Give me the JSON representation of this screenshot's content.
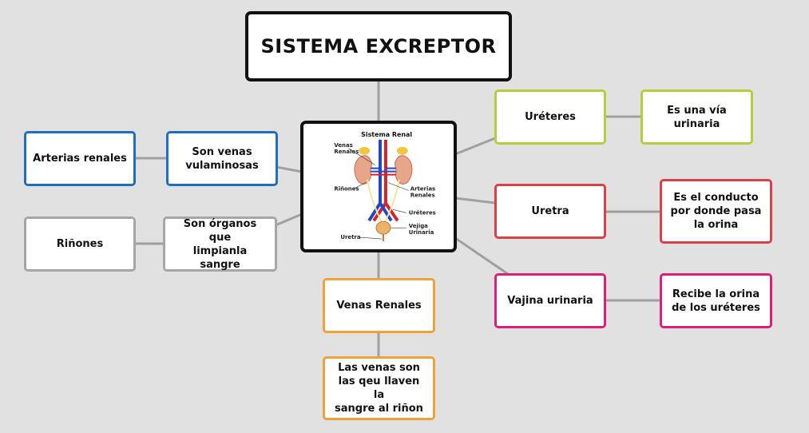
{
  "title": "SISTEMA EXCREPTOR",
  "center_image": {
    "title": "Sistema Renal",
    "labels": {
      "venas_renales_1": "Venas",
      "venas_renales_2": "Renales",
      "rinones": "Riñones",
      "arterias_1": "Arterias",
      "arterias_2": "Renales",
      "ureteres": "Uréteres",
      "vejiga_1": "Vejiga",
      "vejiga_2": "Urinaria",
      "uretra": "Uretra"
    }
  },
  "branches": {
    "left_top": {
      "topic": "Arterias renales",
      "detail": "Son venas\nvulaminosas",
      "color": "#1f6fc0"
    },
    "left_bottom": {
      "topic": "Riñones",
      "detail": "Son órganos que\nlimpianla sangre",
      "color": "#a6a6a6"
    },
    "bottom": {
      "topic": "Venas Renales",
      "detail": "Las venas son\nlas qeu llaven la\nsangre al riñon",
      "color": "#f0a23a"
    },
    "right_1": {
      "topic": "Uréteres",
      "detail": "Es una vía\nurinaria",
      "color": "#b5cf3c"
    },
    "right_2": {
      "topic": "Uretra",
      "detail": "Es el conducto\npor donde pasa\nla orina",
      "color": "#d94048"
    },
    "right_3": {
      "topic": "Vajina urinaria",
      "detail": "Recibe la orina\nde los uréteres",
      "color": "#dd1f79"
    }
  },
  "connector_color": "#a0a0a0"
}
